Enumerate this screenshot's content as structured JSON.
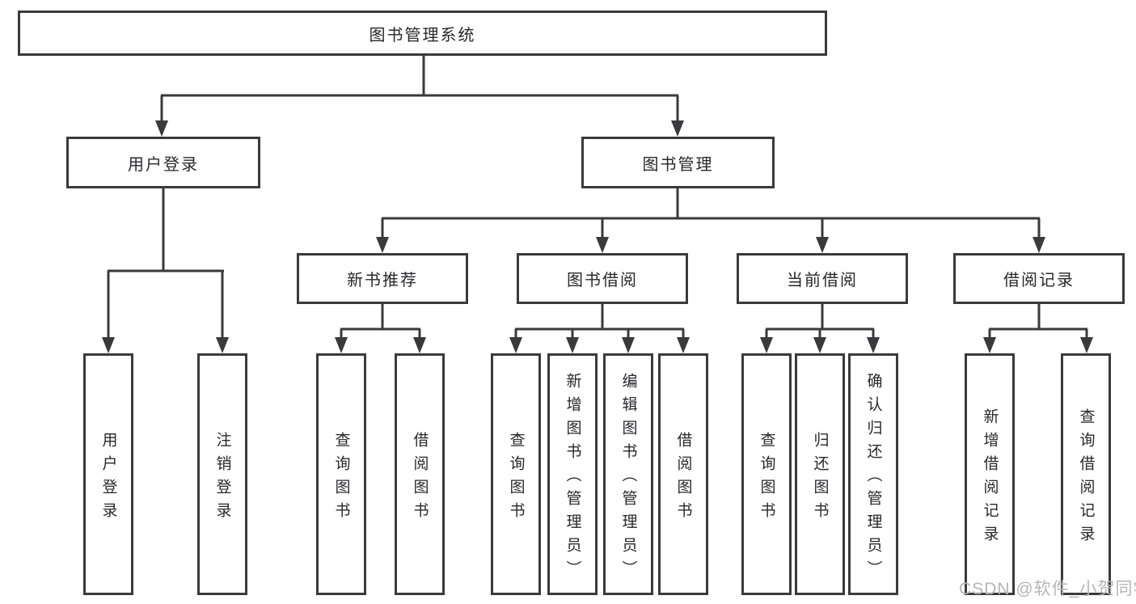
{
  "diagram": {
    "title": "图书管理系统",
    "root": "图书管理系统",
    "level2": [
      "用户登录",
      "图书管理"
    ],
    "level3": [
      "新书推荐",
      "图书借阅",
      "当前借阅",
      "借阅记录"
    ],
    "leaves": [
      "用户登录",
      "注销登录",
      "查询图书",
      "借阅图书",
      "查询图书",
      "新增图书（管理员）",
      "编辑图书（管理员）",
      "借阅图书",
      "查询图书",
      "归还图书",
      "确认归还（管理员）",
      "新增借阅记录",
      "查询借阅记录"
    ]
  },
  "watermark": "CSDN @软件_小贺同学",
  "colors": {
    "line": "#3a3a3e",
    "text": "#28282c",
    "watermark": "#b5b5b5",
    "background": "#ffffff"
  }
}
